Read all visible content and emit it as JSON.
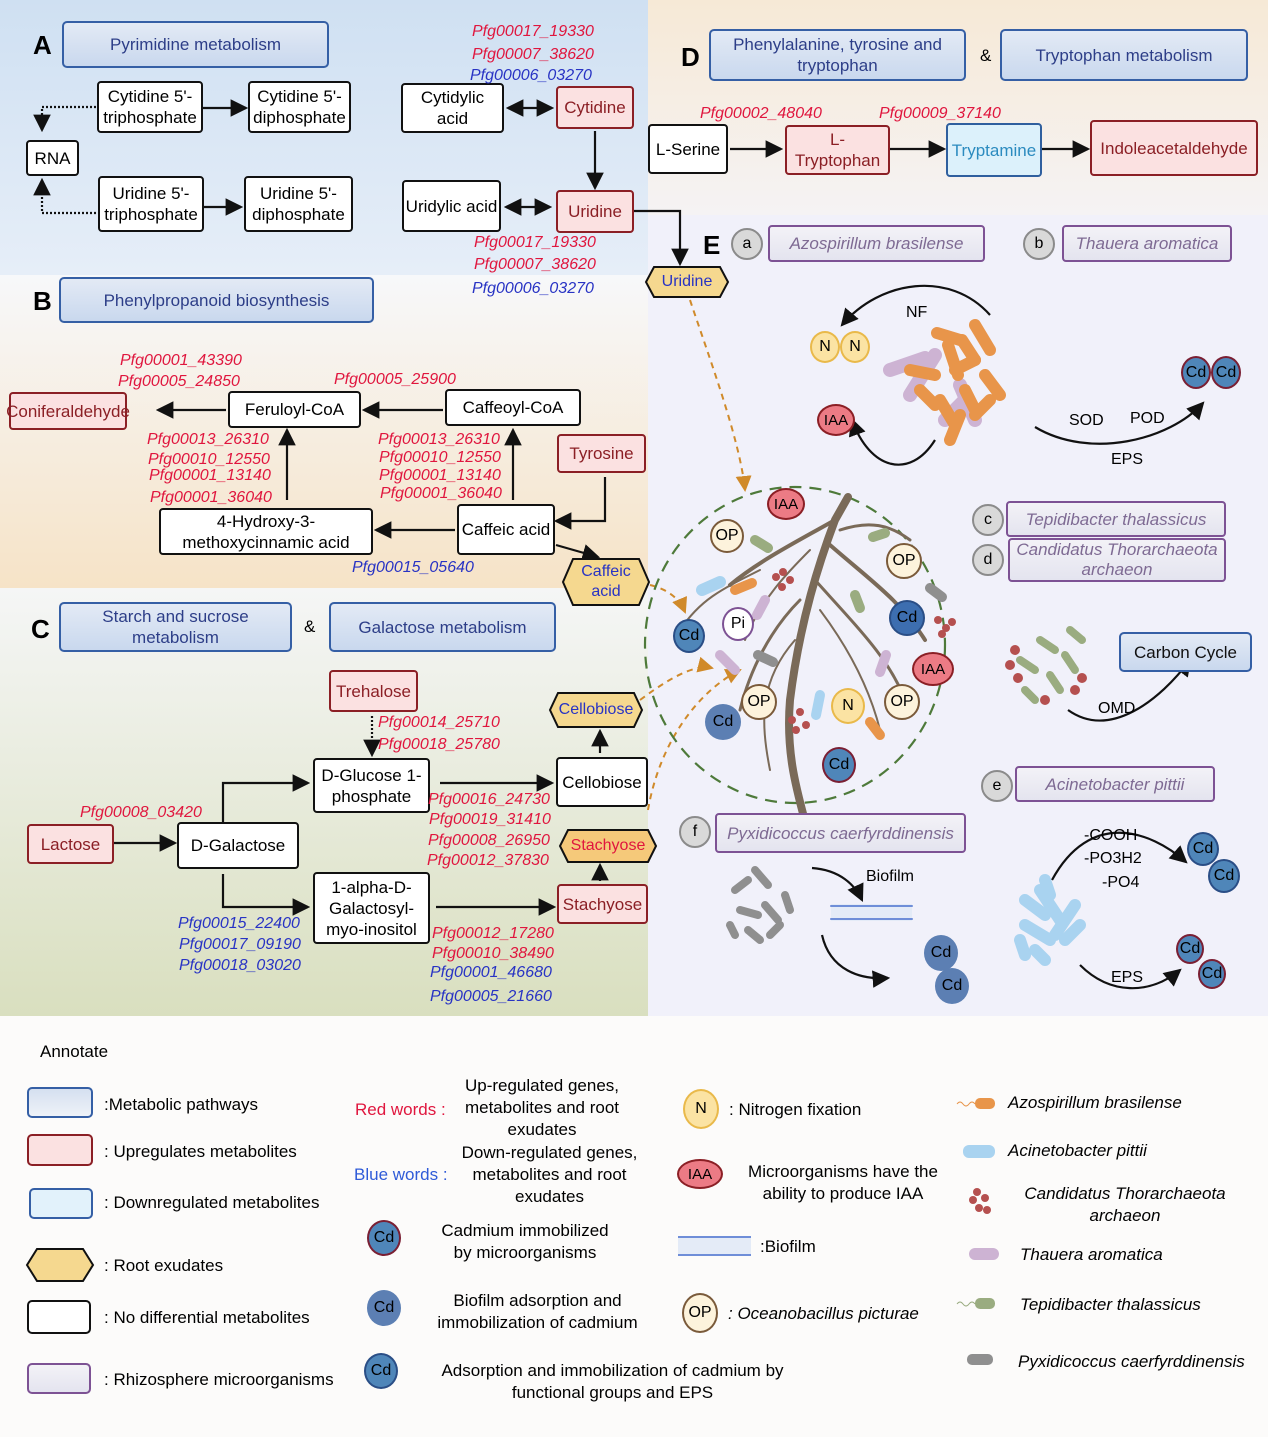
{
  "panelA": {
    "letter": "A",
    "title": "Pyrimidine metabolism",
    "nodes": {
      "ctp": "Cytidine 5'-triphosphate",
      "cdp": "Cytidine 5'-diphosphate",
      "cmp": "Cytidylic acid",
      "cytidine": "Cytidine",
      "rna": "RNA",
      "utp": "Uridine 5'-triphosphate",
      "udp": "Uridine 5'-diphosphate",
      "ump": "Uridylic acid",
      "uridine": "Uridine"
    },
    "genes_top": [
      {
        "id": "Pfg00017_19330",
        "reg": "up"
      },
      {
        "id": "Pfg00007_38620",
        "reg": "up"
      },
      {
        "id": "Pfg00006_03270",
        "reg": "down"
      }
    ],
    "genes_bottom": [
      {
        "id": "Pfg00017_19330",
        "reg": "up"
      },
      {
        "id": "Pfg00007_38620",
        "reg": "up"
      },
      {
        "id": "Pfg00006_03270",
        "reg": "down"
      }
    ]
  },
  "panelB": {
    "letter": "B",
    "title": "Phenylpropanoid biosynthesis",
    "nodes": {
      "coniferaldehyde": "Coniferaldehyde",
      "feruloyl": "Feruloyl-CoA",
      "caffeoyl": "Caffeoyl-CoA",
      "tyrosine": "Tyrosine",
      "hydroxy": "4-Hydroxy-3-methoxycinnamic acid",
      "caffeic": "Caffeic acid",
      "caffeic_exudate": "Caffeic acid"
    },
    "genes_conif": [
      "Pfg00001_43390",
      "Pfg00005_24850"
    ],
    "genes_caffeoyl": [
      "Pfg00005_25900"
    ],
    "genes_left_up": [
      "Pfg00013_26310",
      "Pfg00010_12550",
      "Pfg00001_13140",
      "Pfg00001_36040"
    ],
    "genes_right_up": [
      "Pfg00013_26310",
      "Pfg00010_12550",
      "Pfg00001_13140",
      "Pfg00001_36040"
    ],
    "genes_caffeic_down": [
      "Pfg00015_05640"
    ]
  },
  "panelC": {
    "letter": "C",
    "title1": "Starch and sucrose metabolism",
    "amp": "&",
    "title2": "Galactose metabolism",
    "nodes": {
      "trehalose": "Trehalose",
      "glucose1p": "D-Glucose 1-phosphate",
      "cellobiose": "Cellobiose",
      "cellobiose_exudate": "Cellobiose",
      "lactose": "Lactose",
      "galactose": "D-Galactose",
      "galactosyl": "1-alpha-D-Galactosyl-myo-inositol",
      "stachyose": "Stachyose",
      "stachyose_exudate": "Stachyose"
    },
    "genes_trehalose": [
      "Pfg00014_25710",
      "Pfg00018_25780"
    ],
    "genes_lactose": [
      "Pfg00008_03420"
    ],
    "genes_cellobiose": [
      "Pfg00016_24730",
      "Pfg00019_31410",
      "Pfg00008_26950",
      "Pfg00012_37830"
    ],
    "genes_galactosyl_down": [
      "Pfg00015_22400",
      "Pfg00017_09190",
      "Pfg00018_03020"
    ],
    "genes_stachyose": [
      {
        "id": "Pfg00012_17280",
        "reg": "up"
      },
      {
        "id": "Pfg00010_38490",
        "reg": "up"
      },
      {
        "id": "Pfg00001_46680",
        "reg": "down"
      },
      {
        "id": "Pfg00005_21660",
        "reg": "down"
      }
    ]
  },
  "panelD": {
    "letter": "D",
    "title1": "Phenylalanine, tyrosine and tryptophan",
    "amp": "&",
    "title2": "Tryptophan metabolism",
    "nodes": {
      "serine": "L-Serine",
      "tryptophan": "L-Tryptophan",
      "tryptamine": "Tryptamine",
      "indole": "Indoleacetaldehyde"
    },
    "gene1": "Pfg00002_48040",
    "gene2": "Pfg00009_37140"
  },
  "panelE": {
    "letter": "E",
    "uridine_exudate": "Uridine",
    "microbes": [
      {
        "key": "a",
        "name": "Azospirillum brasilense"
      },
      {
        "key": "b",
        "name": "Thauera aromatica"
      },
      {
        "key": "c",
        "name": "Tepidibacter thalassicus"
      },
      {
        "key": "d",
        "name": "Candidatus Thorarchaeota archaeon"
      },
      {
        "key": "e",
        "name": "Acinetobacter pittii"
      },
      {
        "key": "f",
        "name": "Pyxidicoccus caerfyrddinensis"
      }
    ],
    "labels": {
      "nf": "NF",
      "n": "N",
      "iaa": "IAA",
      "sod": "SOD",
      "pod": "POD",
      "eps": "EPS",
      "cd": "Cd",
      "op": "OP",
      "pi": "Pi",
      "carbon_cycle": "Carbon Cycle",
      "omd": "OMD",
      "biofilm": "Biofilm",
      "cooh": "-COOH",
      "po3h2": "-PO3H2",
      "po4": "-PO4",
      "eps2": "EPS"
    }
  },
  "legend": {
    "title": "Annotate",
    "boxes": [
      {
        "kind": "pathway",
        "label": ":Metabolic pathways"
      },
      {
        "kind": "up",
        "label": ": Upregulates metabolites"
      },
      {
        "kind": "down",
        "label": ": Downregulated metabolites"
      },
      {
        "kind": "exudate",
        "label": ": Root exudates"
      },
      {
        "kind": "none",
        "label": ": No differential metabolites"
      },
      {
        "kind": "micro",
        "label": ": Rhizosphere microorganisms"
      }
    ],
    "red_words": "Red words :",
    "red_desc": "Up-regulated genes, metabolites and root exudates",
    "blue_words": "Blue words :",
    "blue_desc": "Down-regulated genes, metabolites and root exudates",
    "cd1_desc": "Cadmium immobilized by microorganisms",
    "cd2_desc": "Biofilm adsorption and immobilization of cadmium",
    "cd3_desc": "Adsorption and immobilization of cadmium by functional groups and EPS",
    "n_desc": ": Nitrogen fixation",
    "iaa_desc": "Microorganisms have the ability to produce IAA",
    "biofilm_desc": ":Biofilm",
    "op_desc": ": Oceanobacillus picturae",
    "species": [
      "Azospirillum brasilense",
      "Acinetobacter pittii",
      "Candidatus Thorarchaeota archaeon",
      "Thauera aromatica",
      "Tepidibacter thalassicus",
      "Pyxidicoccus caerfyrddinensis"
    ]
  },
  "colors": {
    "up_text": "#e0163e",
    "down_text": "#2833c4",
    "up_border": "#8b1f25",
    "pathway_border": "#355fa5",
    "micro_border": "#7d5294",
    "exudate_fill": "#f5d88f",
    "azospirillum": "#e8954a",
    "acinetobacter": "#a9d3f0",
    "thorarchaeota": "#b5504f",
    "thauera": "#cdb3d3",
    "tepidibacter": "#9aac80",
    "pyxidicoccus": "#8f8f8f"
  }
}
